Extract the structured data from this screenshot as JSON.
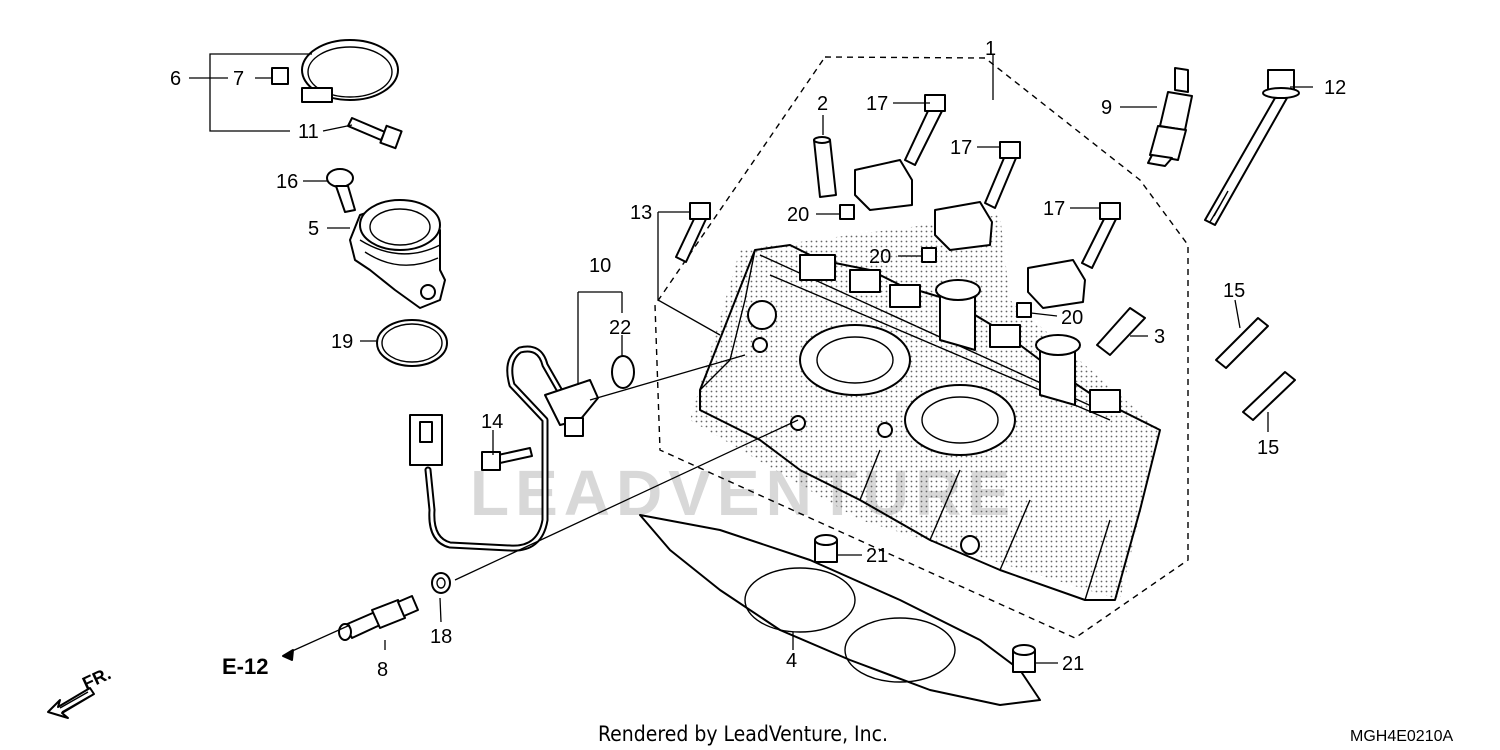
{
  "callouts": {
    "c1": "1",
    "c2": "2",
    "c3": "3",
    "c4": "4",
    "c5": "5",
    "c6": "6",
    "c7": "7",
    "c8": "8",
    "c9": "9",
    "c10": "10",
    "c11": "11",
    "c12": "12",
    "c13": "13",
    "c14": "14",
    "c15a": "15",
    "c15b": "15",
    "c16": "16",
    "c17a": "17",
    "c17b": "17",
    "c17c": "17",
    "c18": "18",
    "c19": "19",
    "c20a": "20",
    "c20b": "20",
    "c20c": "20",
    "c21a": "21",
    "c21b": "21",
    "c22": "22"
  },
  "reference": "E-12",
  "direction": "FR.",
  "watermark": "LEADVENTURE",
  "footer_credit": "Rendered by LeadVenture, Inc.",
  "diagram_code": "MGH4E0210A"
}
